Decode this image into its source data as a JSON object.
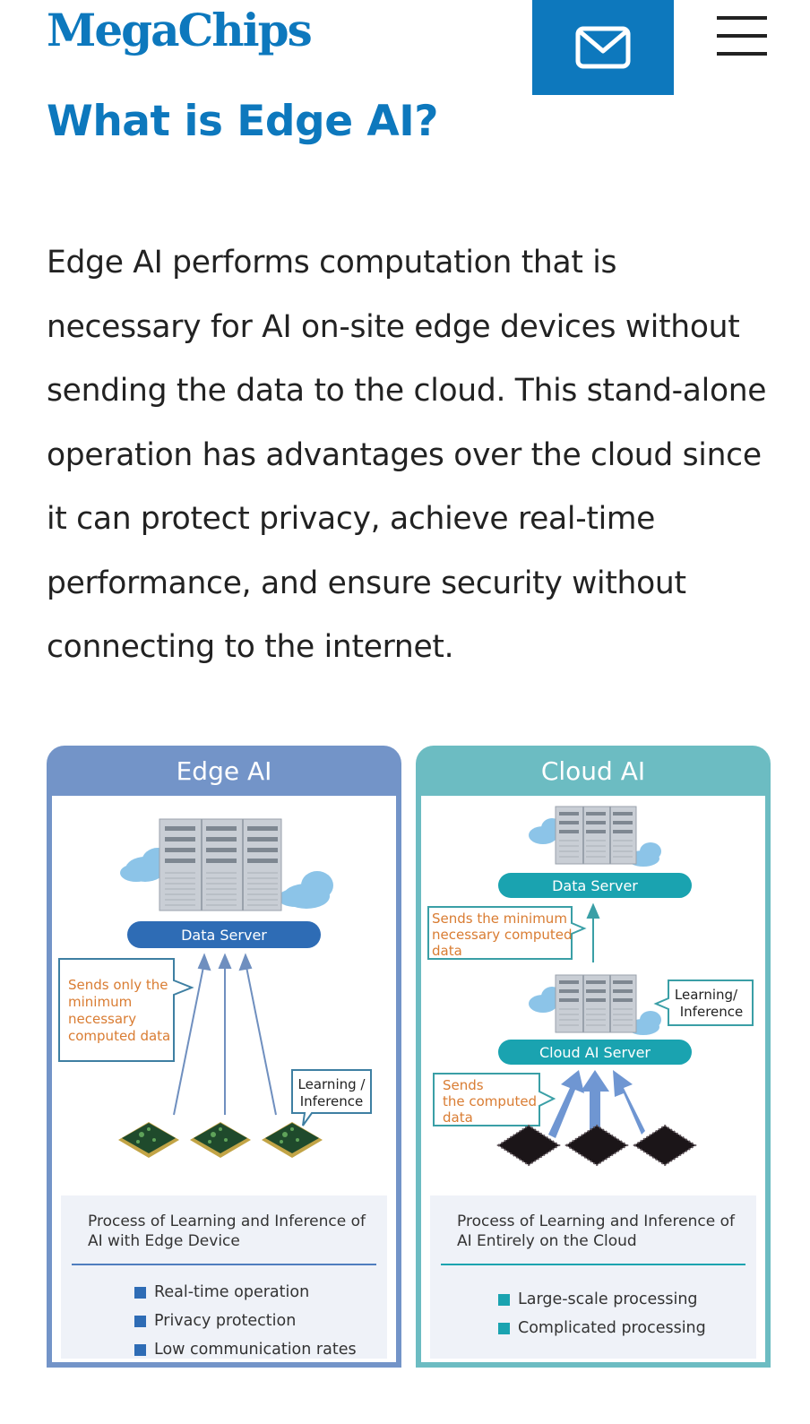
{
  "header": {
    "logo": "MegaChips",
    "mail_icon": "mail-icon",
    "menu_icon": "hamburger-menu-icon"
  },
  "page": {
    "title": "What is Edge AI?",
    "intro": "Edge AI performs computation that is necessary for AI on-site edge devices without sending the data to the cloud. This stand-alone operation has advantages over the cloud since it can protect privacy, achieve real-time performance, and ensure security without connecting to the internet."
  },
  "figure": {
    "edge": {
      "title": "Edge AI",
      "server_label": "Data Server",
      "callout_lines": [
        "Sends only the",
        "minimum",
        "necessary",
        "computed data"
      ],
      "learning_lines": [
        "Learning /",
        "Inference"
      ],
      "summary_title": "Process of Learning and Inference of AI with Edge Device",
      "bullets": [
        "Real-time operation",
        "Privacy protection",
        "Low communication rates"
      ]
    },
    "cloud": {
      "title": "Cloud AI",
      "data_server_label": "Data Server",
      "cloud_server_label": "Cloud AI Server",
      "callout_top_lines": [
        "Sends the minimum",
        "necessary computed",
        "data"
      ],
      "learning_lines": [
        "Learning/",
        "Inference"
      ],
      "callout_bottom_lines": [
        "Sends",
        "the computed",
        "data"
      ],
      "summary_title": "Process of Learning and Inference of AI Entirely on the Cloud",
      "bullets": [
        "Large-scale processing",
        "Complicated processing"
      ]
    },
    "colors": {
      "brand": "#0d78bd",
      "edge_panel": "#7394c8",
      "cloud_panel": "#6cbcc2",
      "edge_pill": "#2e6cb5",
      "cloud_pill": "#1aa3b0",
      "callout_text": "#d97c32"
    }
  }
}
